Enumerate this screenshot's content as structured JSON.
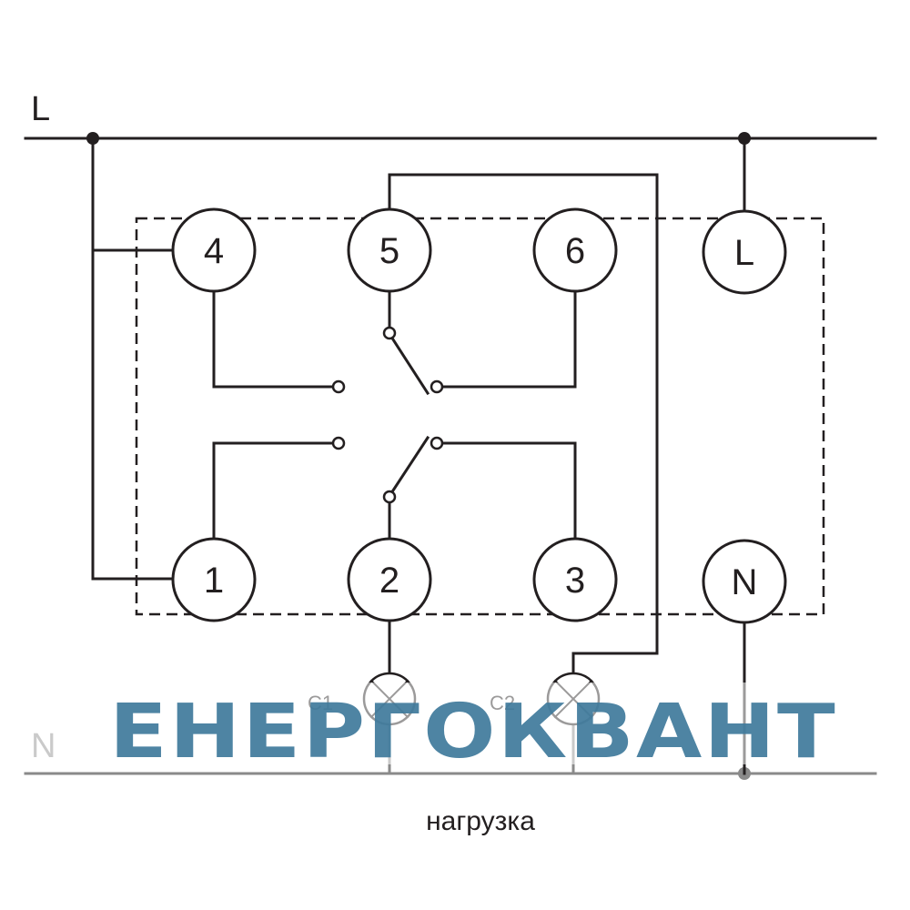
{
  "rails": {
    "line_label": "L",
    "neutral_label": "N"
  },
  "terminals": {
    "t4": "4",
    "t5": "5",
    "t6": "6",
    "tL": "L",
    "t1": "1",
    "t2": "2",
    "t3": "3",
    "tN": "N"
  },
  "loads": {
    "c1": "C1",
    "c2": "C2",
    "caption": "нагрузка"
  },
  "watermark": "ЕНЕРГОКВАНТ",
  "colors": {
    "ink": "#231f20",
    "watermark": "#3f7a9c"
  }
}
